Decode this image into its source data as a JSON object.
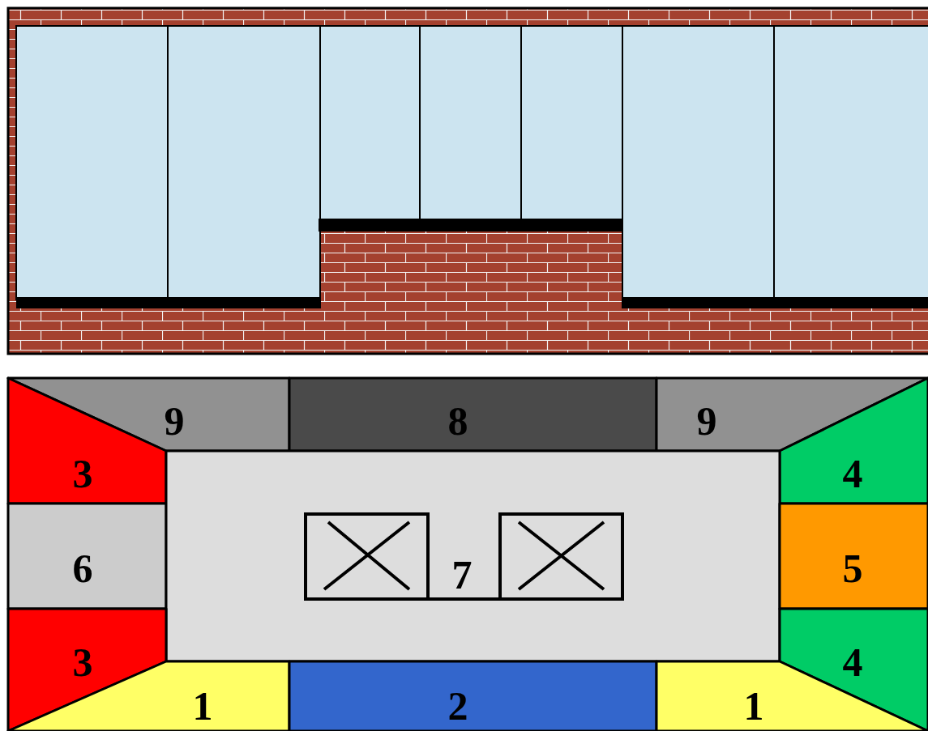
{
  "diagram": {
    "nodes": [
      {
        "text": [
          "9"
        ]
      },
      {
        "text": [
          "8"
        ]
      },
      {
        "text": [
          "9"
        ]
      },
      {
        "text": [
          "3"
        ]
      },
      {
        "text": [
          "4"
        ]
      },
      {
        "text": [
          "6"
        ]
      },
      {
        "text": [
          "7"
        ]
      },
      {
        "text": [
          "5"
        ]
      },
      {
        "text": [
          "3"
        ]
      },
      {
        "text": [
          "4"
        ]
      },
      {
        "text": [
          "1"
        ]
      },
      {
        "text": [
          "2"
        ]
      },
      {
        "text": [
          "1"
        ]
      }
    ]
  }
}
